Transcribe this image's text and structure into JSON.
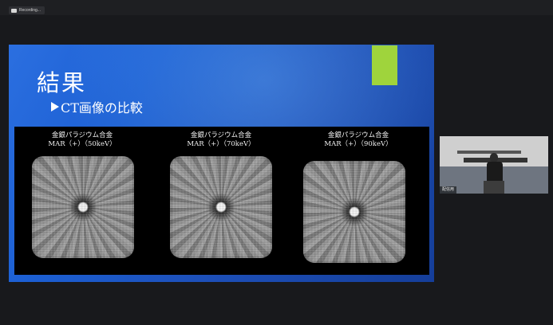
{
  "recording": {
    "label": "Recording..."
  },
  "slide": {
    "title": "結果",
    "subtitle": "CT画像の比較",
    "images": [
      {
        "caption_line1": "金銀パラジウム合金",
        "caption_line2": "MAR（+）（50keV）"
      },
      {
        "caption_line1": "金銀パラジウム合金",
        "caption_line2": "MAR（+）（70keV）"
      },
      {
        "caption_line1": "金銀パラジウム合金",
        "caption_line2": "MAR（+）（90keV）"
      }
    ],
    "colors": {
      "background": "#1d57c8",
      "accent": "#9fd43c",
      "panel": "#000000"
    }
  },
  "participant": {
    "name": "配信用"
  }
}
